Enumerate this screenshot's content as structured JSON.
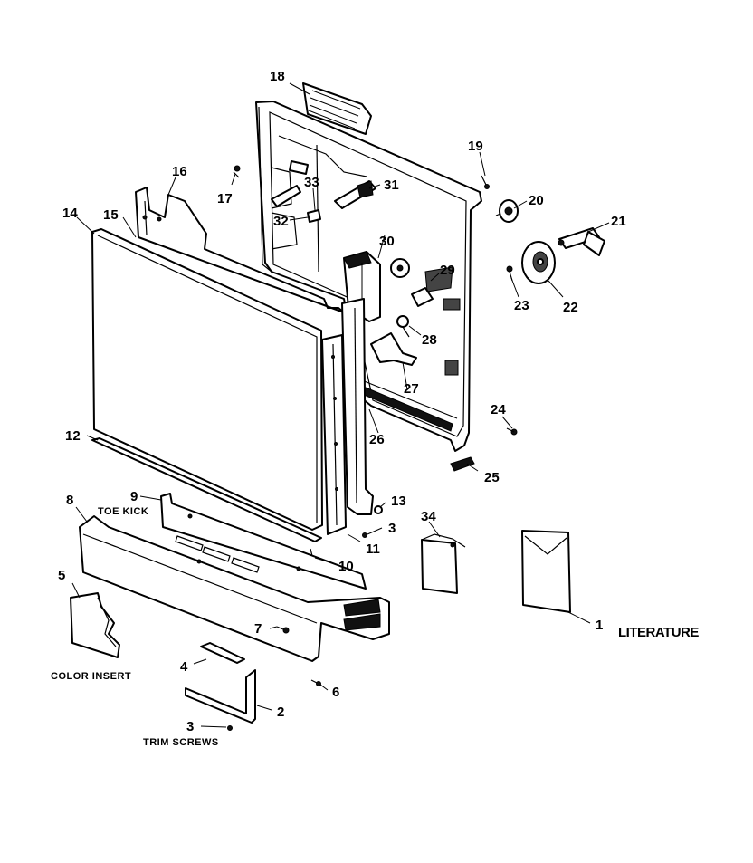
{
  "callouts": [
    {
      "label": "1"
    },
    {
      "label": "2"
    },
    {
      "label": "3"
    },
    {
      "label": "3"
    },
    {
      "label": "3"
    },
    {
      "label": "4"
    },
    {
      "label": "5"
    },
    {
      "label": "6"
    },
    {
      "label": "7"
    },
    {
      "label": "8"
    },
    {
      "label": "9"
    },
    {
      "label": "10"
    },
    {
      "label": "11"
    },
    {
      "label": "12"
    },
    {
      "label": "13"
    },
    {
      "label": "14"
    },
    {
      "label": "15"
    },
    {
      "label": "16"
    },
    {
      "label": "17"
    },
    {
      "label": "18"
    },
    {
      "label": "19"
    },
    {
      "label": "20"
    },
    {
      "label": "21"
    },
    {
      "label": "22"
    },
    {
      "label": "23"
    },
    {
      "label": "24"
    },
    {
      "label": "25"
    },
    {
      "label": "26"
    },
    {
      "label": "27"
    },
    {
      "label": "28"
    },
    {
      "label": "29"
    },
    {
      "label": "30"
    },
    {
      "label": "31"
    },
    {
      "label": "32"
    },
    {
      "label": "33"
    },
    {
      "label": "34"
    }
  ],
  "captions": {
    "literature": "LITERATURE",
    "toe_kick": "TOE KICK",
    "color_insert": "COLOR INSERT",
    "trim_screws": "TRIM SCREWS"
  }
}
